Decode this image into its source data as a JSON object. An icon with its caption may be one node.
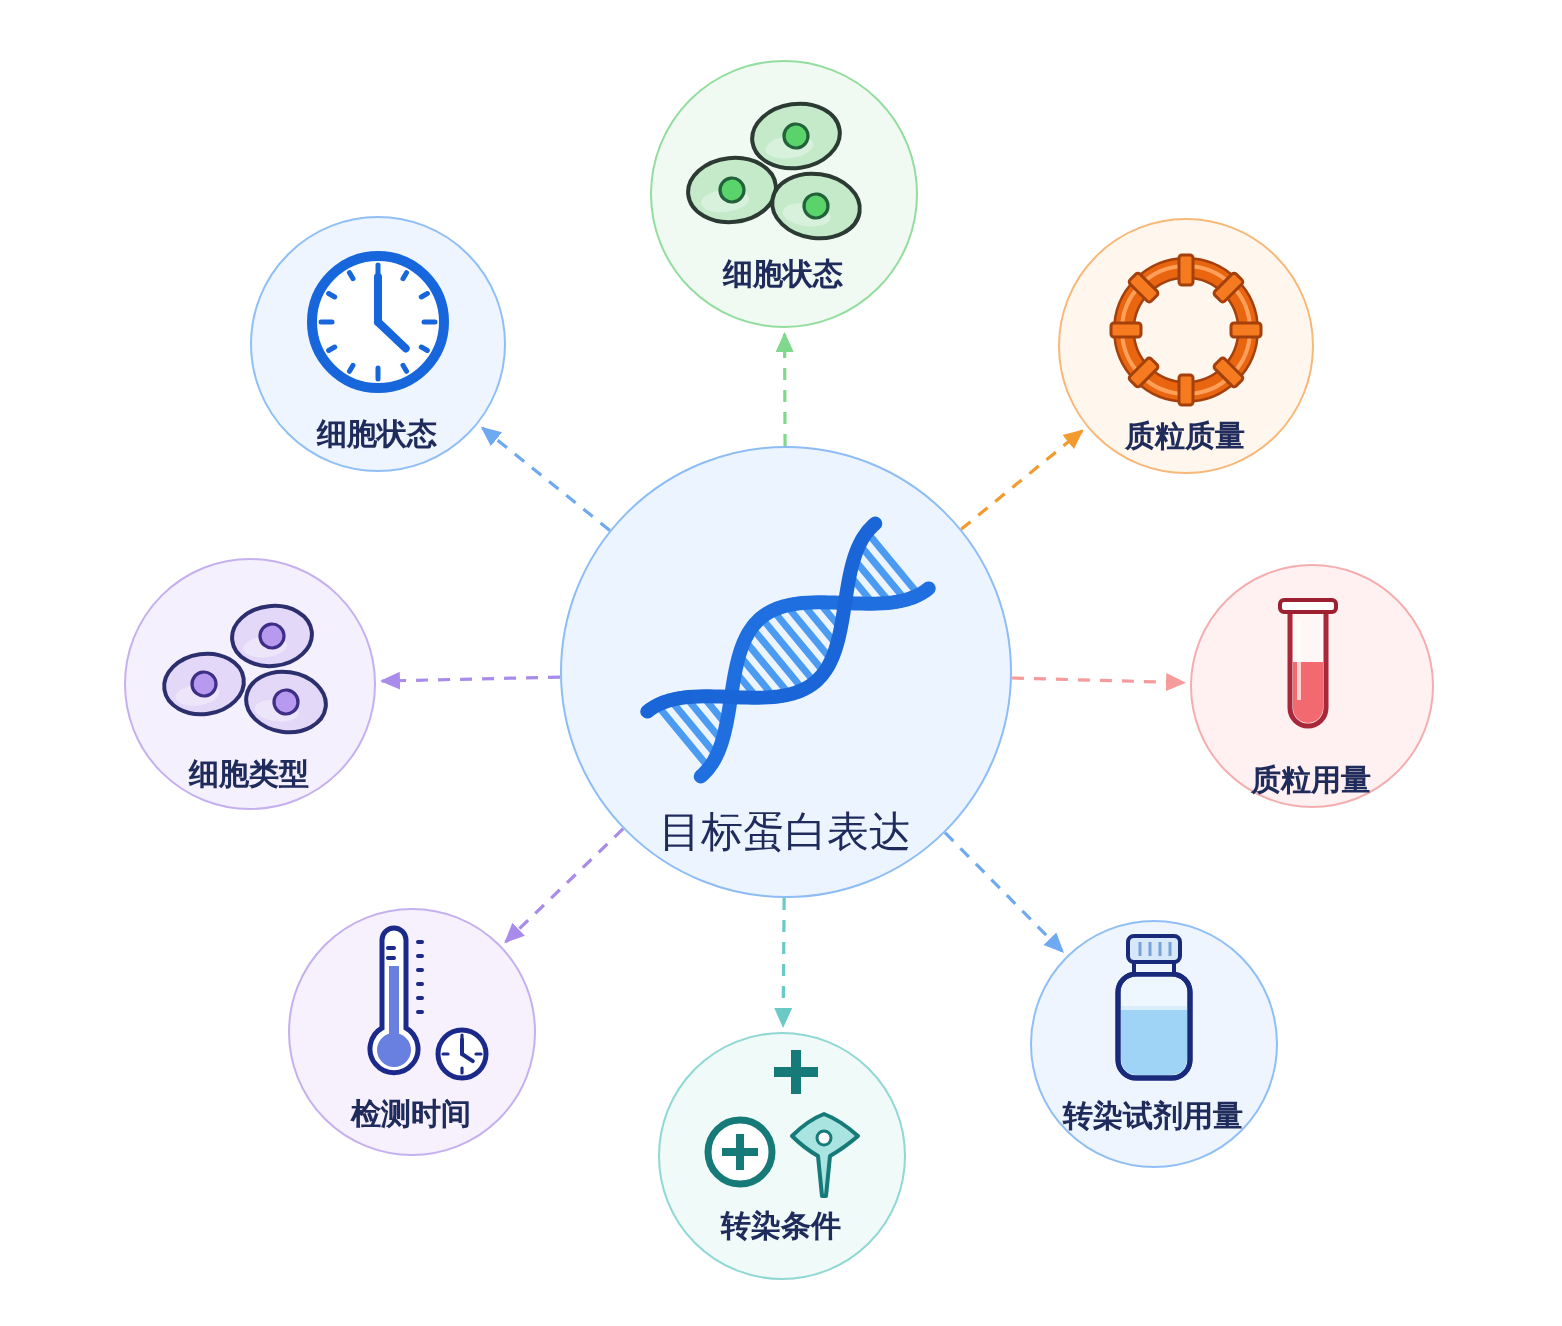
{
  "diagram": {
    "nodes": [
      {
        "text": [
          "目标蛋白表达"
        ]
      },
      {
        "text": [
          "细胞状态"
        ]
      },
      {
        "text": [
          "细胞状态"
        ]
      },
      {
        "text": [
          "质粒质量"
        ]
      },
      {
        "text": [
          "细胞类型"
        ]
      },
      {
        "text": [
          "质粒用量"
        ]
      },
      {
        "text": [
          "检测时间"
        ]
      },
      {
        "text": [
          "转染试剂用量"
        ]
      },
      {
        "text": [
          "转染条件"
        ]
      }
    ],
    "edges": [
      {
        "from": 0,
        "to": 1,
        "arrow": "to",
        "style": "dashed",
        "color": "#7fd88c"
      },
      {
        "from": 0,
        "to": 2,
        "arrow": "to",
        "style": "dashed",
        "color": "#6fa9f2"
      },
      {
        "from": 0,
        "to": 3,
        "arrow": "to",
        "style": "dashed",
        "color": "#f39a2e"
      },
      {
        "from": 0,
        "to": 4,
        "arrow": "to",
        "style": "dashed",
        "color": "#a88bea"
      },
      {
        "from": 0,
        "to": 5,
        "arrow": "to",
        "style": "dashed",
        "color": "#f59b9b"
      },
      {
        "from": 0,
        "to": 6,
        "arrow": "to",
        "style": "dashed",
        "color": "#a88bea"
      },
      {
        "from": 0,
        "to": 7,
        "arrow": "to",
        "style": "dashed",
        "color": "#6fa9f2"
      },
      {
        "from": 0,
        "to": 8,
        "arrow": "to",
        "style": "dashed",
        "color": "#6ccac6"
      }
    ]
  }
}
